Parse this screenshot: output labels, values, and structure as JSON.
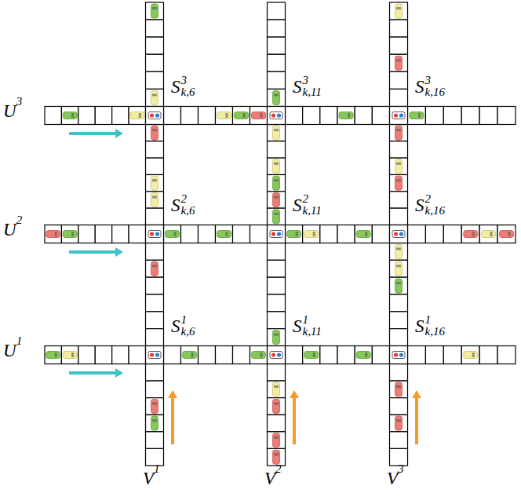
{
  "diagram": {
    "labels": [
      "S3k,6",
      "S3k,11",
      "S3k,16",
      "U3",
      "S2k,6",
      "S2k,11",
      "S2k,16",
      "U2",
      "S1k,6",
      "S1k,11",
      "S1k,16",
      "U1",
      "V1",
      "V2",
      "V3"
    ]
  }
}
